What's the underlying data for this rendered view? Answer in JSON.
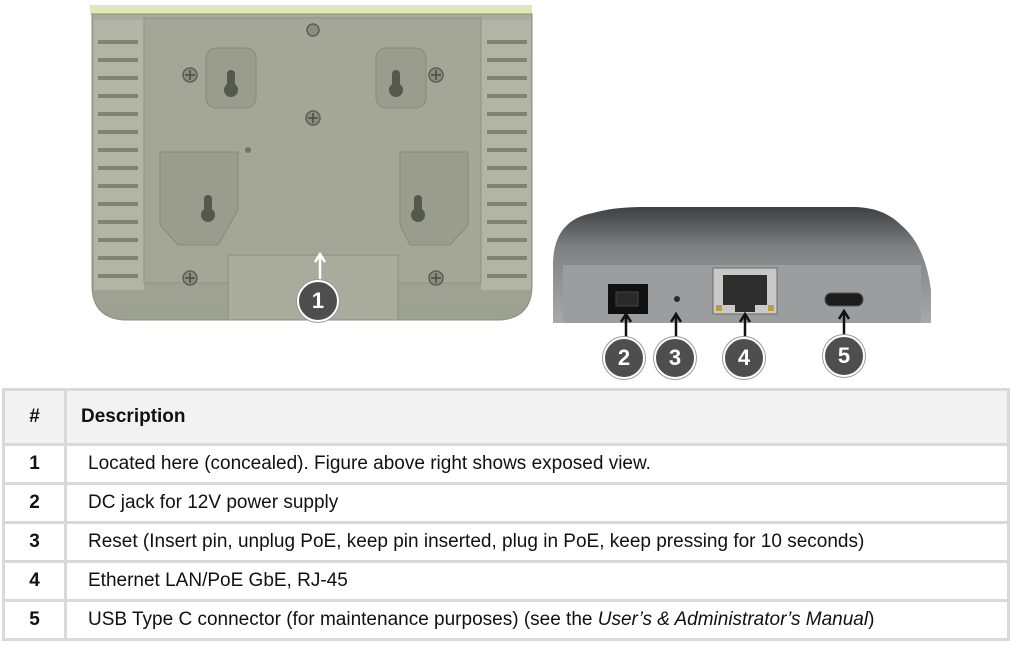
{
  "figures": {
    "back_view": {
      "callouts": [
        "1"
      ]
    },
    "ports_view": {
      "callouts": [
        "2",
        "3",
        "4",
        "5"
      ]
    }
  },
  "table": {
    "headers": {
      "number": "#",
      "description": "Description"
    },
    "rows": [
      {
        "number": "1",
        "description": "Located here (concealed). Figure above right shows exposed view."
      },
      {
        "number": "2",
        "description": "DC jack for 12V power supply"
      },
      {
        "number": "3",
        "description": "Reset (Insert pin, unplug PoE, keep pin inserted, plug in PoE, keep pressing for 10 seconds)"
      },
      {
        "number": "4",
        "description": "Ethernet LAN/PoE GbE, RJ-45"
      },
      {
        "number": "5",
        "description_before": "USB Type C connector (for maintenance purposes) (see the ",
        "description_italic": "User’s & Administrator’s Manual",
        "description_after": ")"
      }
    ]
  }
}
